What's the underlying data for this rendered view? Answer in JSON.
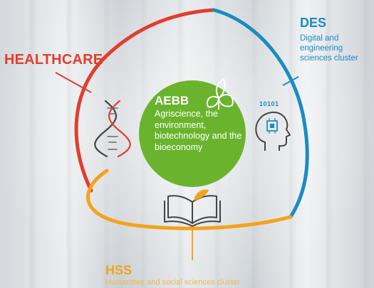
{
  "clusters": {
    "healthcare": {
      "label": "HEALTHCARE",
      "color": "#e23d2f"
    },
    "des": {
      "label": "DES",
      "subtitle": "Digital and engineering sciences cluster",
      "color": "#1a8cc1"
    },
    "hss": {
      "label": "HSS",
      "subtitle": "Humanities and social sciences cluster",
      "color": "#f3a31b"
    },
    "aebb": {
      "label": "AEBB",
      "subtitle": "Agriscience, the environment, biotechnology and the bioeconomy",
      "color": "#6ab42d"
    }
  },
  "icons": {
    "healthcare": "dna-icon",
    "des": "brain-chip-icon",
    "des_bits": "10101",
    "hss": "open-book-icon",
    "aebb": "leaf-sprout-icon"
  }
}
